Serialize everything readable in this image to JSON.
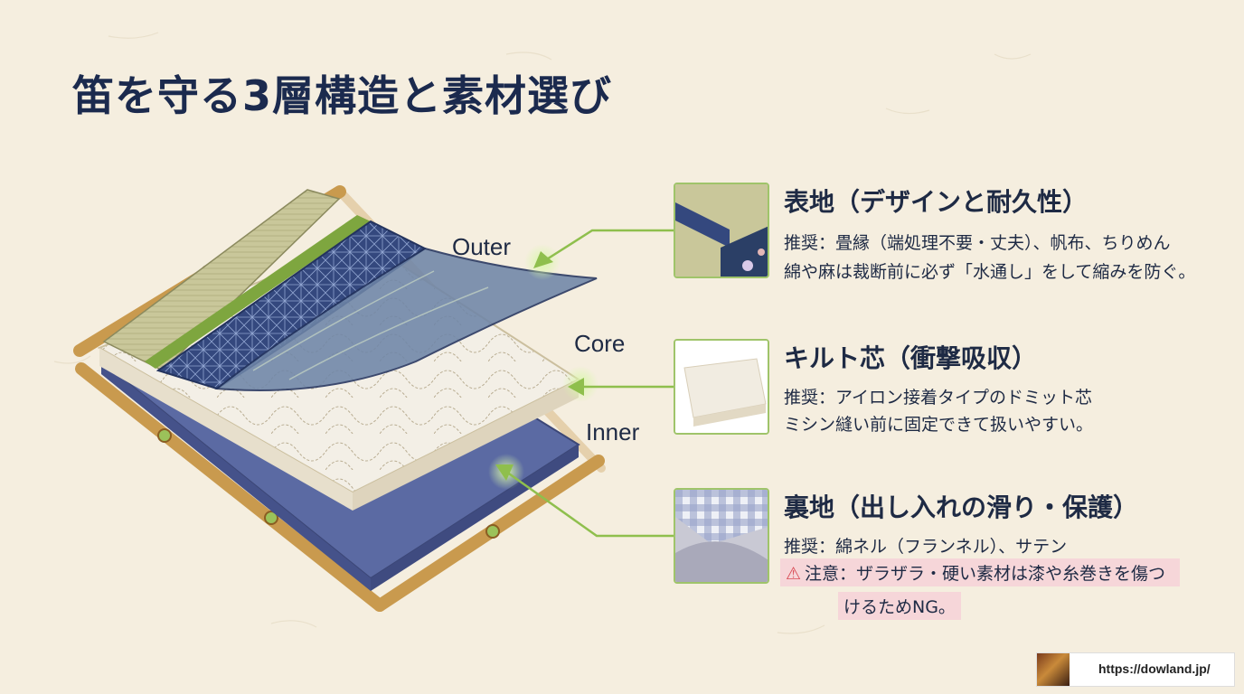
{
  "title": "笛を守る3層構造と素材選び",
  "labels": {
    "outer": "Outer",
    "core": "Core",
    "inner": "Inner"
  },
  "panels": [
    {
      "heading": "表地（デザインと耐久性）",
      "line1": "推奨：畳縁（端処理不要・丈夫）、帆布、ちりめん",
      "line2": "綿や麻は裁断前に必ず「水通し」をして縮みを防ぐ。"
    },
    {
      "heading": "キルト芯（衝撃吸収）",
      "line1": "推奨：アイロン接着タイプのドミット芯",
      "line2": "ミシン縫い前に固定できて扱いやすい。"
    },
    {
      "heading": "裏地（出し入れの滑り・保護）",
      "line1": "推奨：綿ネル（フランネル）、サテン",
      "warning_icon": "⚠",
      "warning_line1": "注意：ザラザラ・硬い素材は漆や糸巻きを傷つ",
      "warning_line2": "けるためNG。"
    }
  ],
  "footer": {
    "url": "https://dowland.jp/"
  },
  "colors": {
    "title": "#1b2a4e",
    "accent_green": "#8fbf4d",
    "inner_fabric": "#5b6aa3",
    "bamboo": "#c99a4e",
    "warning_bg": "#f6d6d9"
  }
}
